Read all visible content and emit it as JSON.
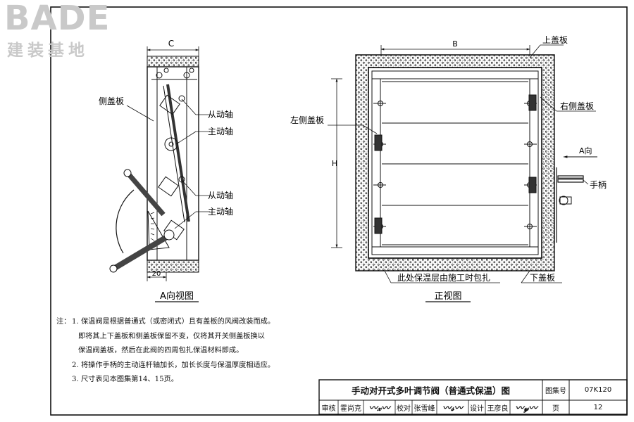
{
  "watermark": {
    "logo": "BADE",
    "subtitle": "建装基地"
  },
  "view_a": {
    "dim_top": "C",
    "dim_bottom": "20",
    "label_side_plate": "侧盖板",
    "label_driven_shaft_1": "从动轴",
    "label_drive_shaft_1": "主动轴",
    "label_driven_shaft_2": "从动轴",
    "label_drive_shaft_2": "主动轴",
    "caption": "A向视图"
  },
  "front_view": {
    "dim_width": "B",
    "dim_height": "H",
    "label_top_plate": "上盖板",
    "label_right_plate": "右侧盖板",
    "label_left_plate": "左侧盖板",
    "label_direction": "A向",
    "label_handle": "手柄",
    "label_insulation": "此处保温层由施工时包扎",
    "label_bottom_plate": "下盖板",
    "caption": "正视图"
  },
  "notes": {
    "prefix": "注：",
    "line1": "1. 保温阀是根据普通式（或密闭式）且有盖板的风阀改装而成。",
    "line2": "即将其上下盖板和侧盖板保留不变，仅将其开关侧盖板换以",
    "line3": "保温阀盖板，然后在此阀的四周包扎保温材料即成。",
    "line4": "2. 将操作手柄的主动连杆轴加长，加长长度与保温厚度相适应。",
    "line5": "3. 尺寸表见本图集第14、15页。"
  },
  "title_block": {
    "title": "手动对开式多叶调节阀（普通式保温）图",
    "atlas_label": "图集号",
    "atlas_no": "07K120",
    "review_label": "审核",
    "reviewer": "霍尚克",
    "reviewer_sig": "霍尚克",
    "check_label": "校对",
    "checker": "张雪峰",
    "checker_sig": "张雪峰",
    "design_label": "设计",
    "designer": "王彦良",
    "designer_sig": "王彦良",
    "page_label": "页",
    "page_no": "12"
  }
}
